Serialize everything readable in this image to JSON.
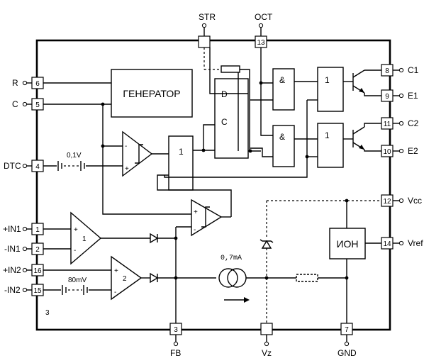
{
  "pins_left": [
    {
      "label": "R",
      "num": "6"
    },
    {
      "label": "C",
      "num": "5"
    },
    {
      "label": "DTC",
      "num": "4"
    },
    {
      "label": "+IN1",
      "num": "1"
    },
    {
      "label": "-IN1",
      "num": "2"
    },
    {
      "label": "+IN2",
      "num": "16"
    },
    {
      "label": "-IN2",
      "num": "15"
    }
  ],
  "pins_right": [
    {
      "label": "C1",
      "num": "8"
    },
    {
      "label": "E1",
      "num": "9"
    },
    {
      "label": "C2",
      "num": "11"
    },
    {
      "label": "E2",
      "num": "10"
    },
    {
      "label": "Vcc",
      "num": "12"
    },
    {
      "label": "Vref",
      "num": "14"
    }
  ],
  "pins_top": [
    {
      "label": "STR",
      "num": ""
    },
    {
      "label": "OCT",
      "num": "13"
    }
  ],
  "pins_bottom": [
    {
      "label": "FB",
      "num": "3"
    },
    {
      "label": "Vz",
      "num": ""
    },
    {
      "label": "GND",
      "num": "7"
    }
  ],
  "blocks": {
    "generator": "ГЕНЕРАТОР",
    "reference": "ИОН",
    "trigger_d": "D",
    "trigger_c": "C",
    "buffer": "1",
    "and_gate": "&",
    "inverter": "1"
  },
  "amplifiers": {
    "error_amp_1": "1",
    "error_amp_2": "2",
    "plus": "+",
    "minus": "-"
  },
  "annotations": {
    "dtc_offset": "0,1V",
    "in2_offset": "80mV",
    "current_source": "0,7mA",
    "corner_mark": "3"
  }
}
